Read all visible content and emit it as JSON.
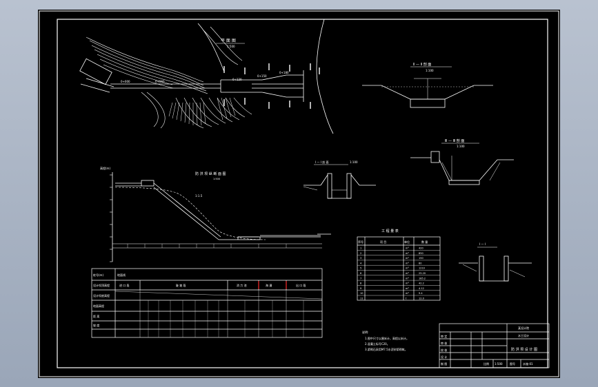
{
  "drawing": {
    "plan_view": {
      "title": "平 面 图",
      "scale": "1:500"
    },
    "section_ii": {
      "title": "Ⅱ — Ⅱ 剖 面",
      "scale": "1:100"
    },
    "section_iii": {
      "title": "Ⅲ — Ⅲ 剖 面",
      "scale": "1:100"
    },
    "section_i": {
      "title": "Ⅰ — Ⅰ 剖 面",
      "scale": "1:100"
    },
    "section_i_small": {
      "title": "Ⅰ — Ⅰ"
    },
    "profile": {
      "title": "防 洪 坝 纵 断 面 图",
      "scale": "1:500",
      "elev_axis_label": "高程(m)",
      "slope_label": "1:1.5",
      "table_headers": [
        "桩号(m)",
        "设计坝顶高程",
        "设计坝底高程",
        "地面高程",
        "距 离",
        "坡 度"
      ],
      "table_header_top": "地面线",
      "segment_labels": [
        "进 口 段",
        "陡 坡 段",
        "消 力 池",
        "海 漫",
        "出 口 段"
      ]
    },
    "quantity_table": {
      "title": "工 程 量 表",
      "headers": [
        "序号",
        "项 目",
        "单位",
        "数 量"
      ],
      "units": [
        "m³",
        "m³",
        "m³",
        "m³",
        "m³",
        "m³",
        "m³",
        "m³",
        "m³",
        "m³",
        "t"
      ],
      "values": [
        "420",
        "850",
        "150",
        "60",
        "1210",
        "25.20",
        "185.2",
        "42.2",
        "4.12",
        "9.4",
        "12.0"
      ]
    },
    "notes": {
      "title": "说明:",
      "lines": [
        "1.图中尺寸以厘米计，高程以米计。",
        "2.混凝土标号C20。",
        "3.浆砌石采用M7.5水泥砂浆砌筑。"
      ]
    },
    "title_block": {
      "drawing_title": "防 洪 坝 设 计 图",
      "org_line1": "某设计院",
      "org_line2": "水工设计",
      "scale_label": "比例",
      "scale_value": "1:500",
      "sheet_label": "图号",
      "sheet_value": "水施-01",
      "row_labels": [
        "审 定",
        "审 核",
        "校 核",
        "设 计",
        "制 图"
      ]
    }
  }
}
